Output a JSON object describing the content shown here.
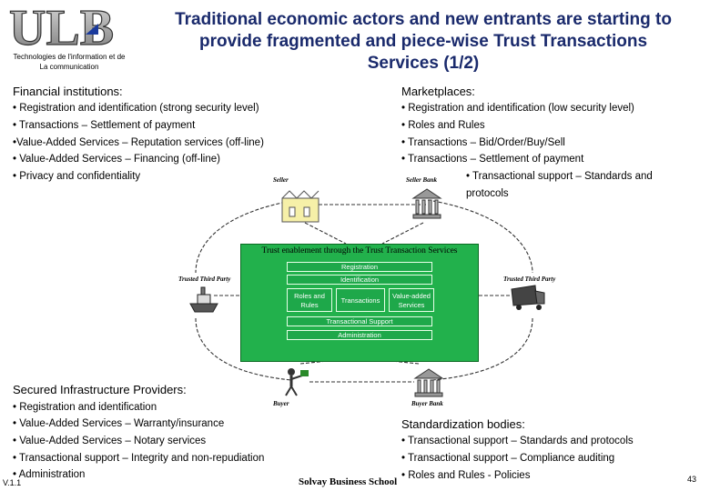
{
  "header": {
    "logo_text": "ULB",
    "logo_subtitle_1": "Technologies de l'information et de",
    "logo_subtitle_2": "La communication",
    "title_line_1": "Traditional economic actors and new entrants are starting to",
    "title_line_2": "provide fragmented and piece-wise Trust Transactions",
    "title_line_3": "Services (1/2)"
  },
  "financial": {
    "heading": "Financial institutions:",
    "items": [
      "• Registration and identification (strong security level)",
      "• Transactions – Settlement of payment",
      "•Value-Added Services – Reputation services (off-line)",
      "• Value-Added Services – Financing (off-line)",
      "• Privacy and confidentiality"
    ]
  },
  "marketplaces": {
    "heading": "Marketplaces:",
    "items": [
      "• Registration and identification (low security level)",
      "• Roles and Rules",
      "• Transactions – Bid/Order/Buy/Sell",
      "• Transactions – Settlement of payment",
      "• Transactional support – Standards and",
      "protocols"
    ]
  },
  "secured": {
    "heading": "Secured Infrastructure Providers:",
    "items": [
      "• Registration and identification",
      "• Value-Added Services – Warranty/insurance",
      "• Value-Added Services – Notary services",
      "• Transactional support – Integrity and non-repudiation",
      "• Administration"
    ]
  },
  "standardization": {
    "heading": "Standardization bodies:",
    "items": [
      "• Transactional support – Standards and protocols",
      "• Transactional support – Compliance auditing",
      "• Roles and Rules - Policies"
    ]
  },
  "diagram": {
    "seller": "Seller",
    "seller_bank": "Seller Bank",
    "buyer": "Buyer",
    "buyer_bank": "Buyer Bank",
    "ttp_left": "Trusted Third Party",
    "ttp_right": "Trusted Third Party",
    "box_title": "Trust enablement through the Trust Transaction Services",
    "registration": "Registration",
    "identification": "Identification",
    "roles_1": "Roles and",
    "roles_2": "Rules",
    "transactions": "Transactions",
    "value_1": "Value-added",
    "value_2": "Services",
    "transactional_support": "Transactional Support",
    "administration": "Administration"
  },
  "footer": {
    "version": "V.1.1",
    "school": "Solvay Business School",
    "page": "43"
  }
}
